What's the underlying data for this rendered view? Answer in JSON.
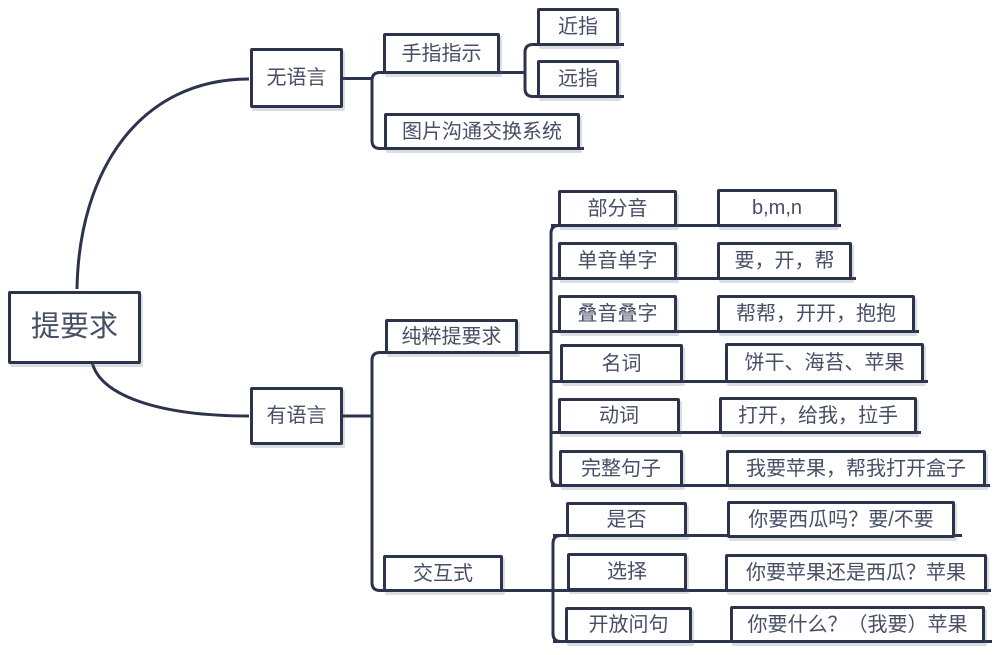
{
  "diagram_title": "提要求",
  "root": {
    "label": "提要求"
  },
  "branches": {
    "no_language": {
      "label": "无语言",
      "finger_pointing": {
        "label": "手指指示",
        "near": {
          "label": "近指"
        },
        "far": {
          "label": "远指"
        }
      },
      "pecs": {
        "label": "图片沟通交换系统"
      }
    },
    "with_language": {
      "label": "有语言",
      "pure_request": {
        "label": "纯粹提要求",
        "rows": [
          {
            "label": "部分音",
            "example": "b,m,n"
          },
          {
            "label": "单音单字",
            "example": "要，开，帮"
          },
          {
            "label": "叠音叠字",
            "example": "帮帮，开开，抱抱"
          },
          {
            "label": "名词",
            "example": "饼干、海苔、苹果"
          },
          {
            "label": "动词",
            "example": "打开，给我，拉手"
          },
          {
            "label": "完整句子",
            "example": "我要苹果，帮我打开盒子"
          }
        ]
      },
      "interactive": {
        "label": "交互式",
        "rows": [
          {
            "label": "是否",
            "example": "你要西瓜吗？要/不要"
          },
          {
            "label": "选择",
            "example": "你要苹果还是西瓜？苹果"
          },
          {
            "label": "开放问句",
            "example": "你要什么？（我要）苹果"
          }
        ]
      }
    }
  },
  "colors": {
    "line": "#2c334d",
    "text": "#474e66",
    "background": "#ffffff"
  }
}
